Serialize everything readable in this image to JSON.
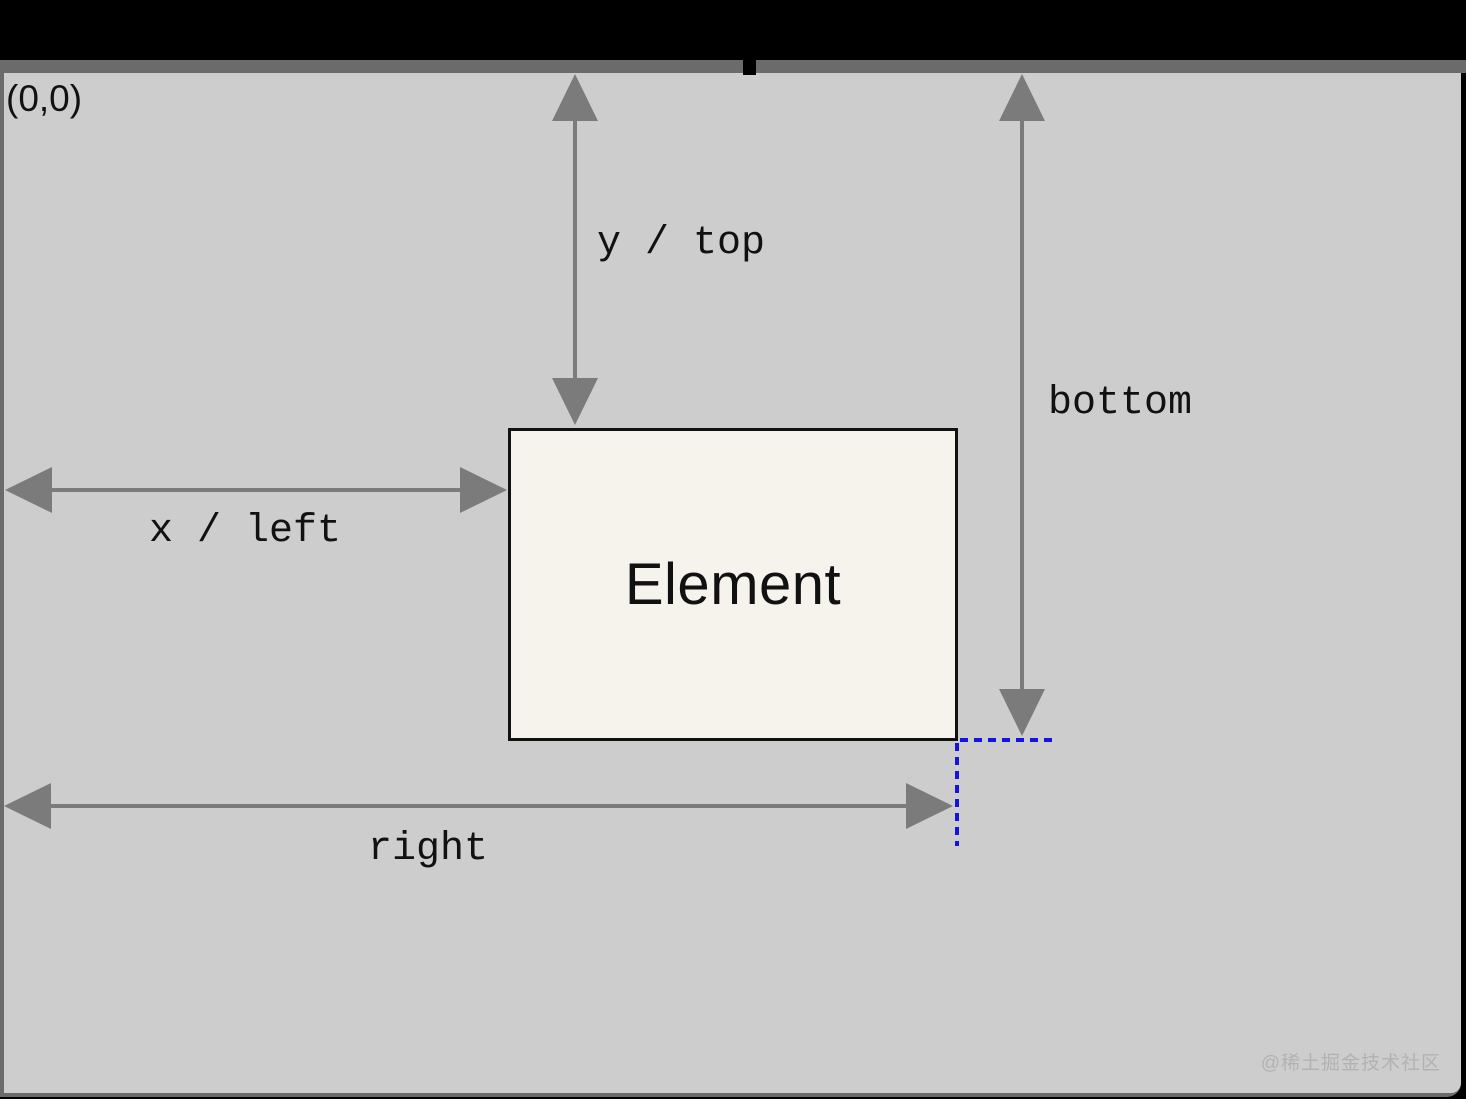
{
  "diagram": {
    "title_semantic": "element coordinate measurement diagram",
    "origin_label": "(0,0)",
    "element_label": "Element",
    "arrows": [
      {
        "id": "y-top",
        "label": "y / top",
        "orientation": "vertical",
        "from": "viewport top",
        "to": "element top edge"
      },
      {
        "id": "bottom",
        "label": "bottom",
        "orientation": "vertical",
        "from": "viewport top",
        "to": "element bottom edge"
      },
      {
        "id": "x-left",
        "label": "x / left",
        "orientation": "horizontal",
        "from": "viewport left",
        "to": "element left edge"
      },
      {
        "id": "right",
        "label": "right",
        "orientation": "horizontal",
        "from": "viewport left",
        "to": "element right edge"
      }
    ],
    "watermark": "@稀土掘金技术社区",
    "colors": {
      "page_background": "#000000",
      "frame": "#6b6b6b",
      "canvas": "#cdcdcd",
      "arrow": "#7b7b7b",
      "element_fill": "#f6f3ec",
      "element_border": "#111111",
      "guide_blue": "#1414e0",
      "label_text": "#111111",
      "watermark_text": "#b2b2b2"
    }
  }
}
